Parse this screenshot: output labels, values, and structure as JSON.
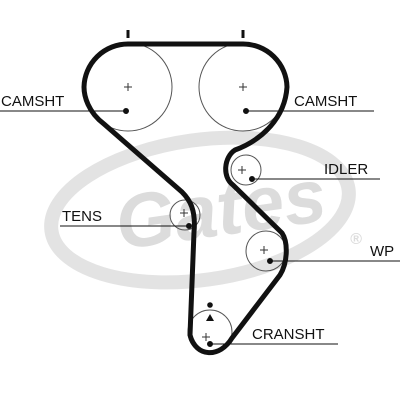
{
  "watermark": {
    "brand": "Gates",
    "registered_mark": "®"
  },
  "labels": {
    "camshaft_left": "CAMSHT",
    "camshaft_right": "CAMSHT",
    "idler": "IDLER",
    "tensioner": "TENS",
    "water_pump": "WP",
    "crankshaft": "CRANSHT"
  },
  "colors": {
    "belt": "#111111",
    "pulley": "#555555",
    "watermark": "#dcdcdc"
  }
}
